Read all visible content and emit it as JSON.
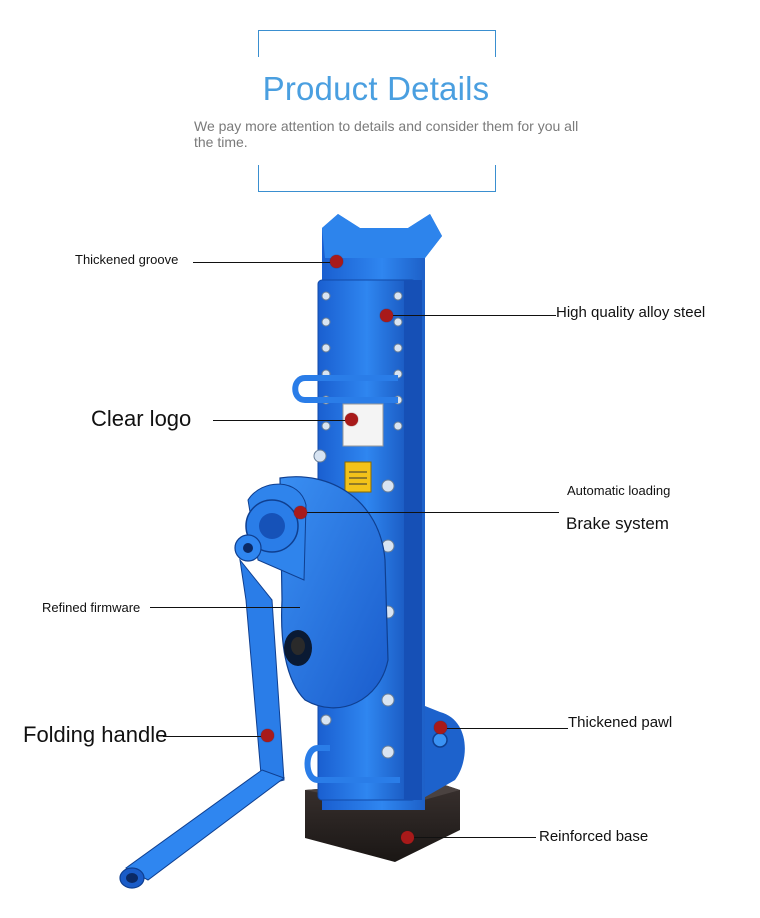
{
  "header": {
    "title": "Product Details",
    "subtitle": "We pay more attention to details and consider them for you all the time."
  },
  "colors": {
    "accent": "#4a9fe0",
    "frame": "#3a8fd0",
    "product_blue": "#1f6fe0",
    "marker": "#a81a1a"
  },
  "callouts": {
    "thickened_groove": "Thickened groove",
    "alloy_steel": "High quality alloy steel",
    "clear_logo": "Clear logo",
    "automatic_loading": "Automatic loading",
    "brake_system": "Brake system",
    "refined_firmware": "Refined firmware",
    "folding_handle": "Folding handle",
    "thickened_pawl": "Thickened pawl",
    "reinforced_base": "Reinforced base"
  }
}
